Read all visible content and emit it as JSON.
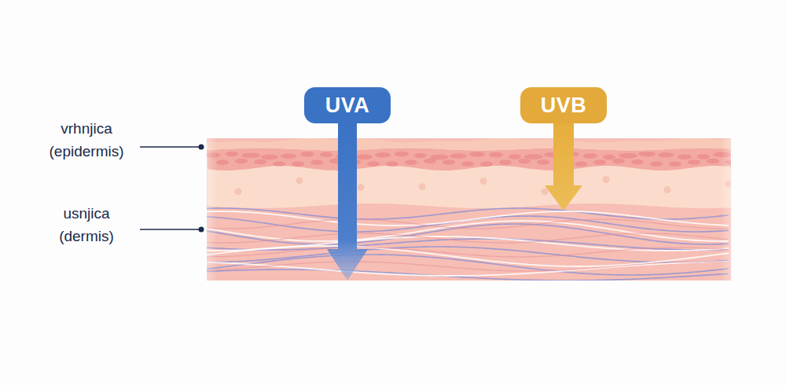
{
  "diagram": {
    "nodes": [
      {
        "text": [
          "UVA"
        ]
      },
      {
        "text": [
          "UVB"
        ]
      }
    ],
    "labels": [
      "vrhnjica (epidermis)",
      "usnjica (dermis)"
    ]
  }
}
